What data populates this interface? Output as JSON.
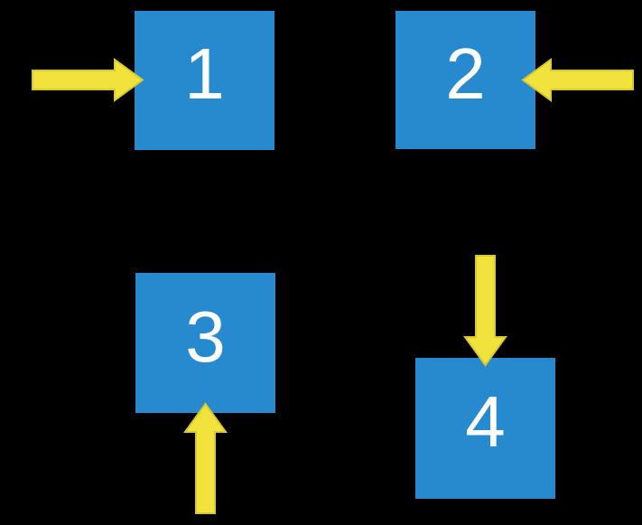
{
  "diagram": {
    "title": "",
    "colors": {
      "bg": "#000000",
      "box_fill": "#2789CE",
      "label_color": "#FFFFFF",
      "arrow_fill": "#F2E33C",
      "arrow_stroke": "#D9C82E"
    },
    "boxes": [
      {
        "label": "1",
        "position": "top-left",
        "arrow": "arrow pointing right into left side of box"
      },
      {
        "label": "2",
        "position": "top-right",
        "arrow": "arrow pointing left into right side of box"
      },
      {
        "label": "3",
        "position": "bottom-left",
        "arrow": "arrow pointing up into bottom side of box"
      },
      {
        "label": "4",
        "position": "bottom-right",
        "arrow": "arrow pointing down into top side of box"
      }
    ]
  }
}
